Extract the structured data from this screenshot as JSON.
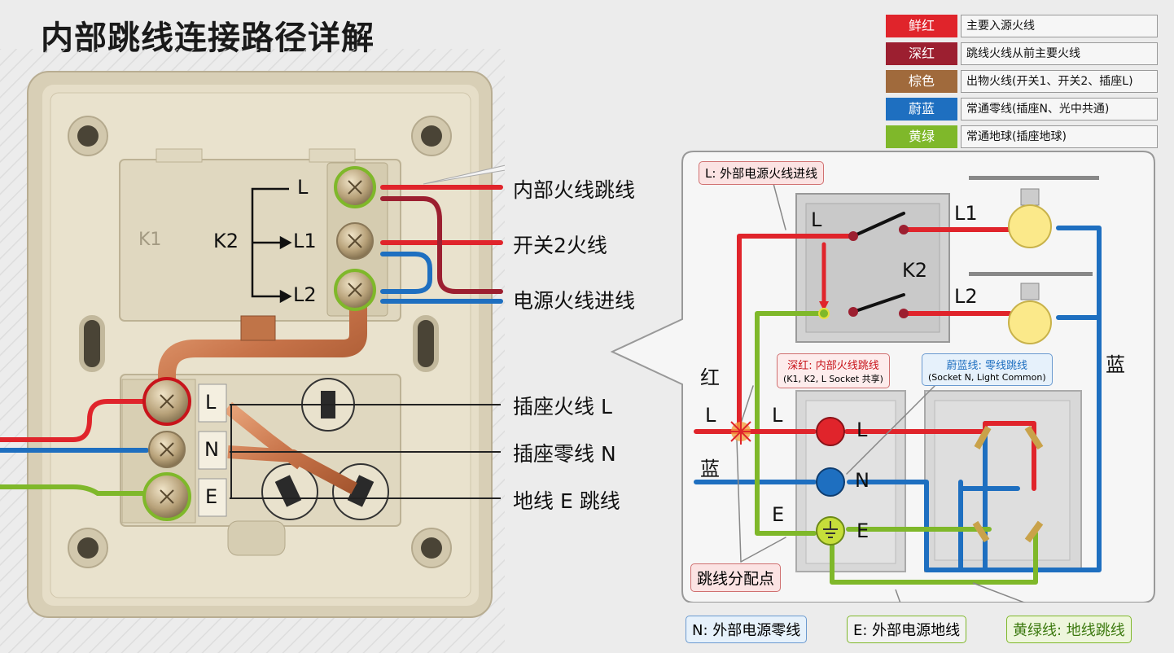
{
  "title": "内部跳线连接路径详解",
  "legend": [
    {
      "name": "鲜红",
      "desc": "主要入源火线",
      "color": "#e0242b"
    },
    {
      "name": "深红",
      "desc": "跳线火线从前主要火线",
      "color": "#9c1f30"
    },
    {
      "name": "棕色",
      "desc": "出物火线(开关1、开关2、插座L)",
      "color": "#a06a3c"
    },
    {
      "name": "蔚蓝",
      "desc": "常通零线(插座N、光中共通)",
      "color": "#1e6fc0"
    },
    {
      "name": "黄绿",
      "desc": "常通地球(插座地球)",
      "color": "#7fb82a"
    }
  ],
  "photo": {
    "labels": {
      "k1": "K1",
      "k2": "K2",
      "l": "L",
      "l1": "L1",
      "l2": "L2",
      "sl": "L",
      "sn": "N",
      "se": "E"
    },
    "callouts": [
      "内部火线跳线",
      "开关2火线",
      "电源火线进线",
      "插座火线 L",
      "插座零线 N",
      "地线 E 跳线"
    ]
  },
  "diagram": {
    "live_in": "L: 外部电源火线进线",
    "red": "红",
    "blue_side": "蓝",
    "blue_right": "蓝",
    "l_in": "L",
    "switch": {
      "l": "L",
      "k2": "K2",
      "l1": "L1",
      "l2": "L2"
    },
    "socket": {
      "l": "L",
      "n": "N",
      "e": "E",
      "l_side": "L",
      "e_side": "E"
    },
    "jumper_red_title": "深红: 内部火线跳线",
    "jumper_red_sub": "(K1, K2, L Socket 共享)",
    "jumper_blue_title": "蔚蓝线: 零线跳线",
    "jumper_blue_sub": "(Socket N, Light Common)",
    "split_point": "跳线分配点",
    "bottom_n": "N: 外部电源零线",
    "bottom_e": "E: 外部电源地线",
    "bottom_g": "黄绿线: 地线跳线"
  }
}
